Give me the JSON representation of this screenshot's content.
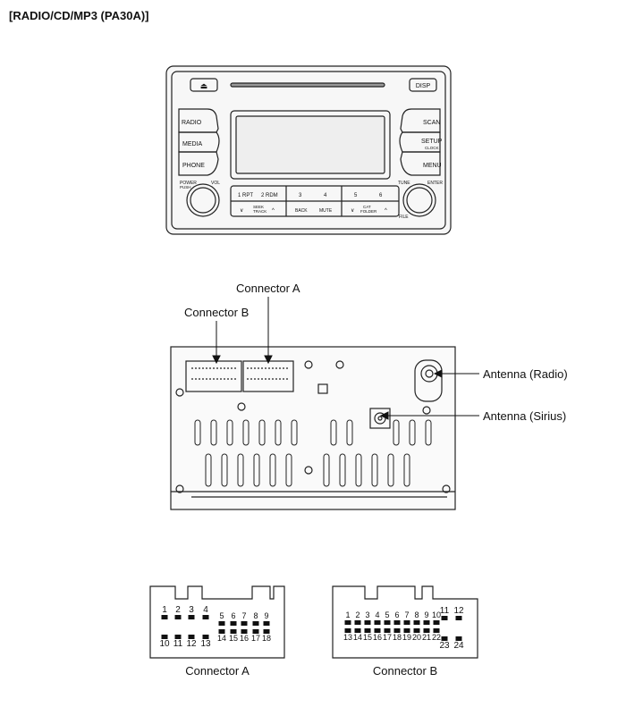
{
  "title": "[RADIO/CD/MP3 (PA30A)]",
  "front_panel": {
    "eject_symbol": "⏏",
    "disp": "DISP",
    "left_buttons": [
      "RADIO",
      "MEDIA",
      "PHONE"
    ],
    "right_buttons": [
      "SCAN",
      "SETUP",
      "MENU"
    ],
    "setup_sub": "CLOCK",
    "power": "POWER",
    "push": "PUSH",
    "vol": "VOL",
    "tune": "TUNE",
    "enter": "ENTER",
    "file": "FILE",
    "presets": [
      "1 RPT",
      "2 RDM",
      "3",
      "4",
      "5",
      "6"
    ],
    "seek": "SEEK",
    "track": "TRACK",
    "back": "BACK",
    "mute": "MUTE",
    "cat": "CAT",
    "folder": "FOLDER"
  },
  "rear_view": {
    "labels": {
      "connector_a": "Connector A",
      "connector_b": "Connector B",
      "antenna_radio": "Antenna (Radio)",
      "antenna_sirius": "Antenna (Sirius)"
    }
  },
  "connector_a": {
    "caption": "Connector A",
    "top_row": [
      "1",
      "2",
      "3",
      "4",
      "5",
      "6",
      "7",
      "8",
      "9"
    ],
    "bottom_row": [
      "10",
      "11",
      "12",
      "13",
      "14",
      "15",
      "16",
      "17",
      "18"
    ]
  },
  "connector_b": {
    "caption": "Connector B",
    "top_row": [
      "1",
      "2",
      "3",
      "4",
      "5",
      "6",
      "7",
      "8",
      "9",
      "10",
      "11",
      "12"
    ],
    "bottom_row": [
      "13",
      "14",
      "15",
      "16",
      "17",
      "18",
      "19",
      "20",
      "21",
      "22",
      "23",
      "24"
    ]
  }
}
